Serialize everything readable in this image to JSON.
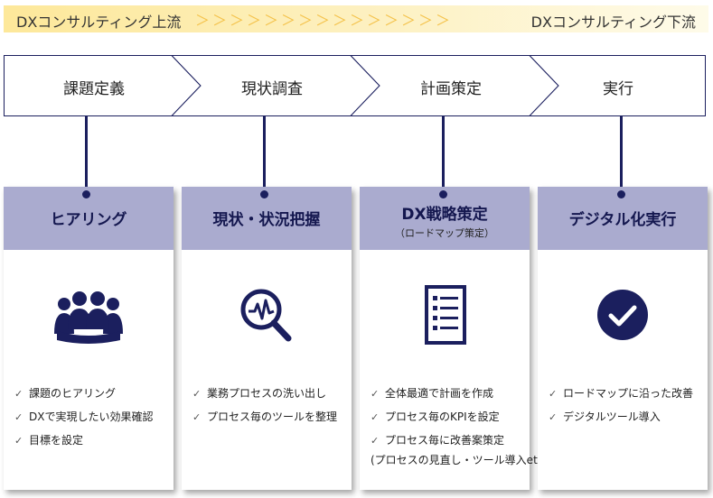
{
  "band": {
    "left_label": "DXコンサルティング上流",
    "arrows": "＞＞＞＞＞＞＞＞＞＞＞＞＞＞＞",
    "right_label": "DXコンサルティング下流"
  },
  "steps": [
    {
      "label": "課題定義"
    },
    {
      "label": "現状調査"
    },
    {
      "label": "計画策定"
    },
    {
      "label": "実行"
    }
  ],
  "cards": [
    {
      "title": "ヒアリング",
      "subtitle": "",
      "icon": "people-icon",
      "items": [
        "課題のヒアリング",
        "DXで実現したい効果確認",
        "目標を設定"
      ],
      "note": ""
    },
    {
      "title": "現状・状況把握",
      "subtitle": "",
      "icon": "magnifier-pulse-icon",
      "items": [
        "業務プロセスの洗い出し",
        "プロセス毎のツールを整理"
      ],
      "note": ""
    },
    {
      "title": "DX戦略策定",
      "subtitle": "（ロードマップ策定）",
      "icon": "checklist-icon",
      "items": [
        "全体最適で計画を作成",
        "プロセス毎のKPIを設定",
        "プロセス毎に改善案策定"
      ],
      "note": "(プロセスの見直し・ツール導入etc)"
    },
    {
      "title": "デジタル化実行",
      "subtitle": "",
      "icon": "check-circle-icon",
      "items": [
        "ロードマップに沿った改善",
        "デジタルツール導入"
      ],
      "note": ""
    }
  ],
  "colors": {
    "navy": "#1b1f5e",
    "card_header": "#aaabcf",
    "band_start": "#fde89a",
    "arrow": "#f4c24a"
  }
}
